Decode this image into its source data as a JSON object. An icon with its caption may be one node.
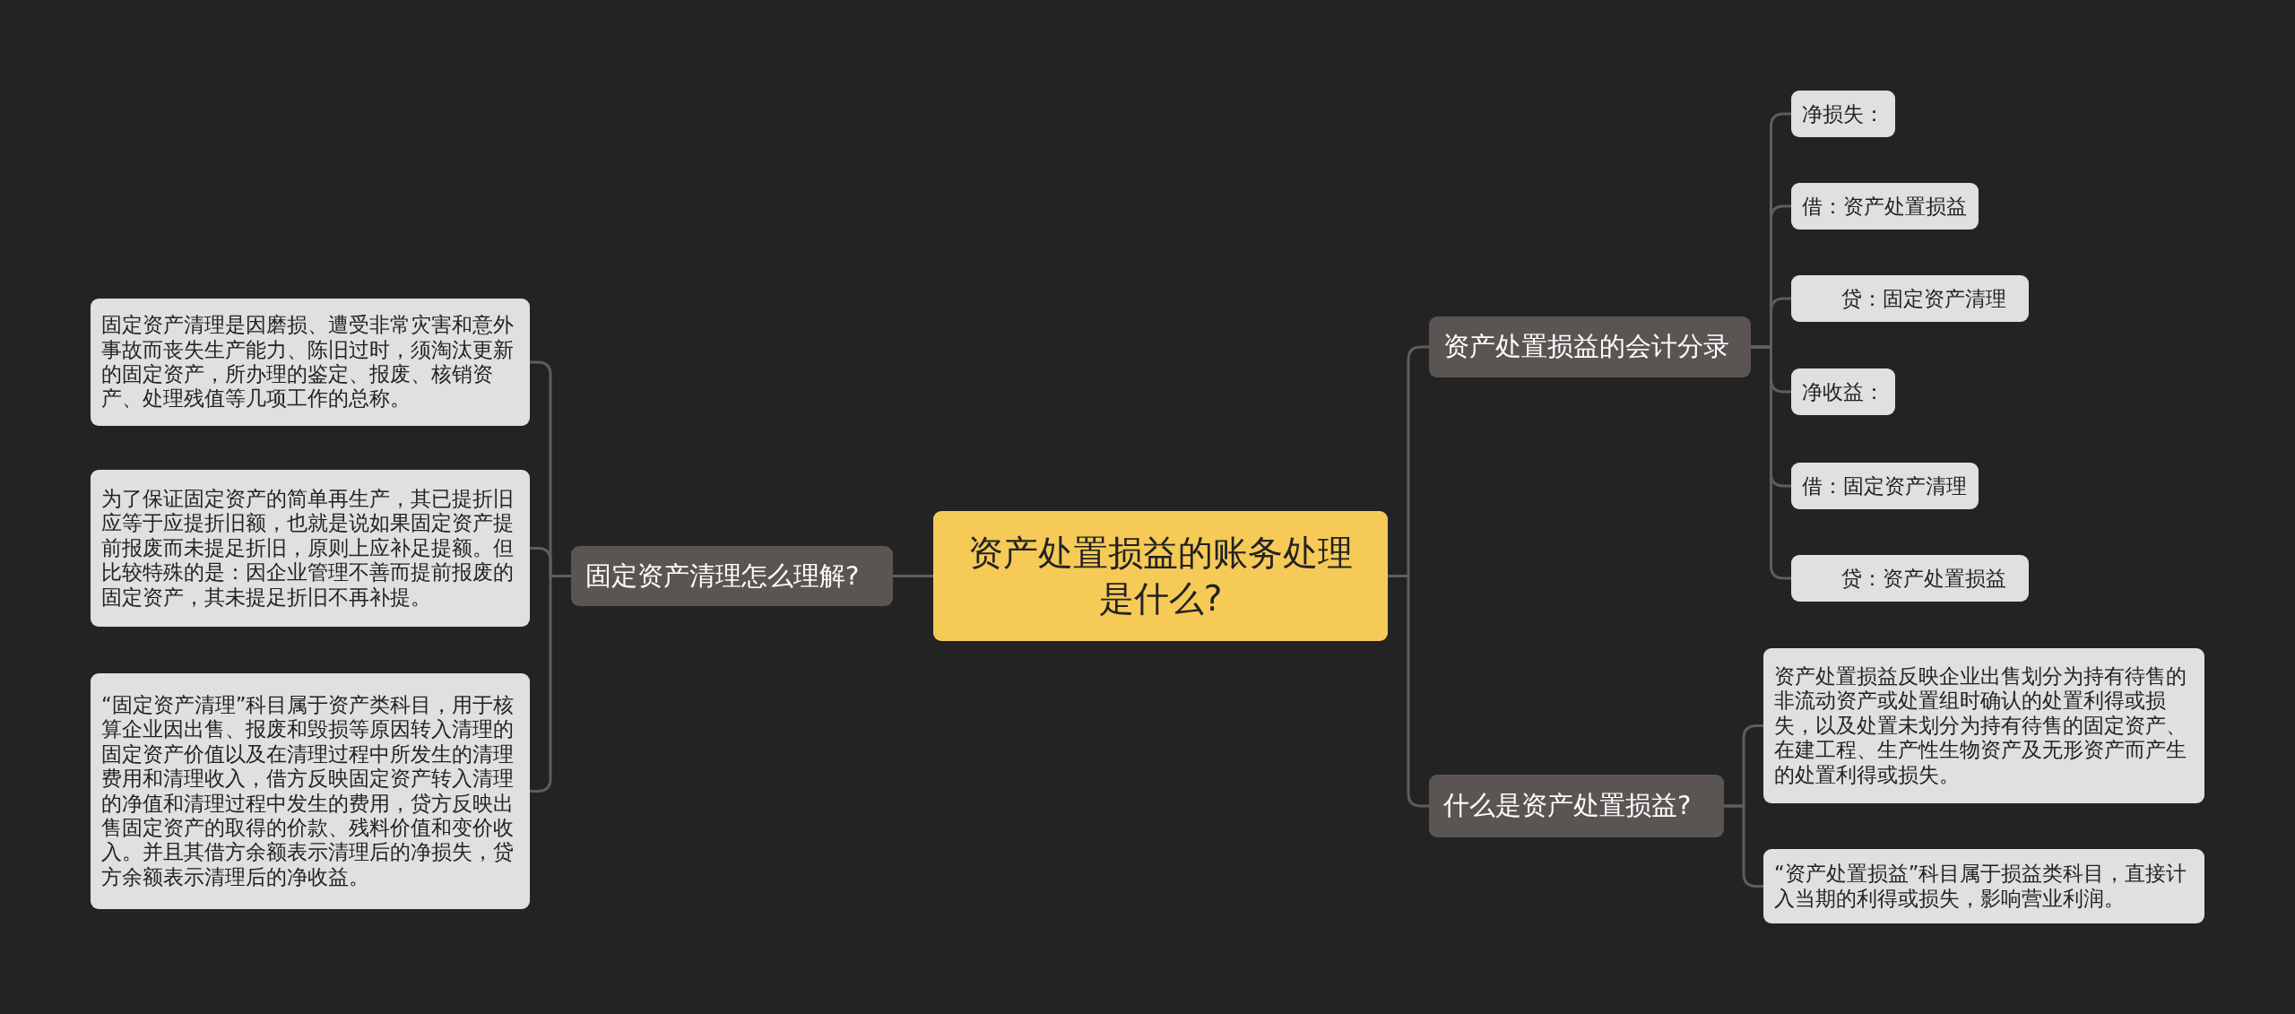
{
  "diagram": {
    "nodes": [
      {
        "text": [
          "资产处置损益的账务处理是什么?"
        ]
      },
      {
        "text": [
          "固定资产清理怎么理解?"
        ]
      },
      {
        "text": [
          "固定资产清理是因磨损、遭受非常灾害和意外事故而丧失生产能力、陈旧过时，须淘汰更新的固定资产，所办理的鉴定、报废、核销资产、处理残值等几项工作的总称。"
        ]
      },
      {
        "text": [
          "为了保证固定资产的简单再生产，其已提折旧应等于应提折旧额，也就是说如果固定资产提前报废而未提足折旧，原则上应补足提额。但比较特殊的是：因企业管理不善而提前报废的固定资产，其未提足折旧不再补提。"
        ]
      },
      {
        "text": [
          "“固定资产清理”科目属于资产类科目，用于核算企业因出售、报废和毁损等原因转入清理的固定资产价值以及在清理过程中所发生的清理费用和清理收入，借方反映固定资产转入清理的净值和清理过程中发生的费用，贷方反映出售固定资产的取得的价款、残料价值和变价收入。并且其借方余额表示清理后的净损失，贷方余额表示清理后的净收益。"
        ]
      },
      {
        "text": [
          "资产处置损益的会计分录"
        ]
      },
      {
        "text": [
          "净损失："
        ]
      },
      {
        "text": [
          "借：资产处置损益"
        ]
      },
      {
        "text": [
          "贷：固定资产清理"
        ]
      },
      {
        "text": [
          "净收益："
        ]
      },
      {
        "text": [
          "借：固定资产清理"
        ]
      },
      {
        "text": [
          "贷：资产处置损益"
        ]
      },
      {
        "text": [
          "什么是资产处置损益?"
        ]
      },
      {
        "text": [
          "资产处置损益反映企业出售划分为持有待售的非流动资产或处置组时确认的处置利得或损失，以及处置未划分为持有待售的固定资产、在建工程、生产性生物资产及无形资产而产生的处置利得或损失。"
        ]
      },
      {
        "text": [
          "“资产处置损益”科目属于损益类科目，直接计入当期的利得或损失，影响营业利润。"
        ]
      }
    ],
    "edges": [
      {
        "from": 0,
        "to": 1,
        "arrow": "none"
      },
      {
        "from": 1,
        "to": 2,
        "arrow": "none"
      },
      {
        "from": 1,
        "to": 3,
        "arrow": "none"
      },
      {
        "from": 1,
        "to": 4,
        "arrow": "none"
      },
      {
        "from": 0,
        "to": 5,
        "arrow": "none"
      },
      {
        "from": 5,
        "to": 6,
        "arrow": "none"
      },
      {
        "from": 5,
        "to": 7,
        "arrow": "none"
      },
      {
        "from": 5,
        "to": 8,
        "arrow": "none"
      },
      {
        "from": 5,
        "to": 9,
        "arrow": "none"
      },
      {
        "from": 5,
        "to": 10,
        "arrow": "none"
      },
      {
        "from": 5,
        "to": 11,
        "arrow": "none"
      },
      {
        "from": 0,
        "to": 12,
        "arrow": "none"
      },
      {
        "from": 12,
        "to": 13,
        "arrow": "none"
      },
      {
        "from": 12,
        "to": 14,
        "arrow": "none"
      }
    ]
  }
}
